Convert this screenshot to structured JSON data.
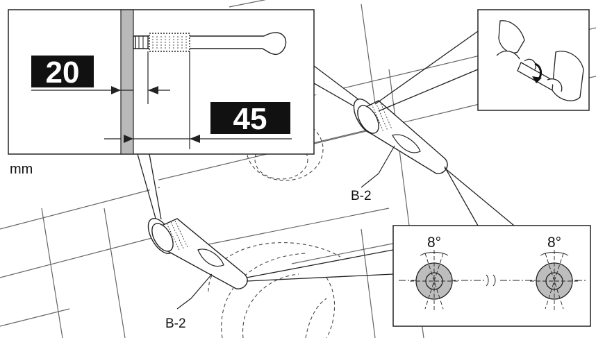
{
  "diagram": {
    "dimension_small": "20",
    "dimension_large": "45",
    "unit": "mm",
    "part_label_upper": "B-2",
    "part_label_lower": "B-2",
    "angle_left": "8°",
    "angle_right": "8°"
  },
  "colors": {
    "line": "#222222",
    "label_box": "#111111",
    "wall_band": "#b9b9b9",
    "circle_fill": "#bdbdbd"
  }
}
